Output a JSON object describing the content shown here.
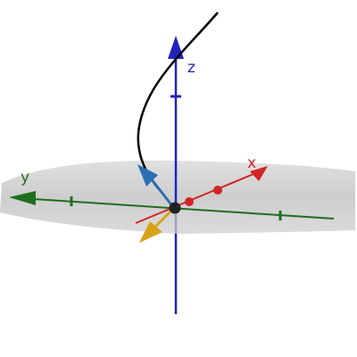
{
  "view": {
    "type": "3D graphics view",
    "background": "#ffffff"
  },
  "axes": {
    "x": {
      "label": "x",
      "color": "#d32424"
    },
    "y": {
      "label": "y",
      "color": "#1e6e1e"
    },
    "z": {
      "label": "z",
      "color": "#2222bb"
    }
  },
  "xy_plane": {
    "color": "#b4b4b4"
  },
  "curve": {
    "color": "#000000"
  },
  "vectors": [
    {
      "name": "blue-arrow",
      "color": "#2d6fb5"
    },
    {
      "name": "yellow-arrow",
      "color": "#d9a21b"
    }
  ],
  "origin_point": {
    "color": "#222222"
  }
}
